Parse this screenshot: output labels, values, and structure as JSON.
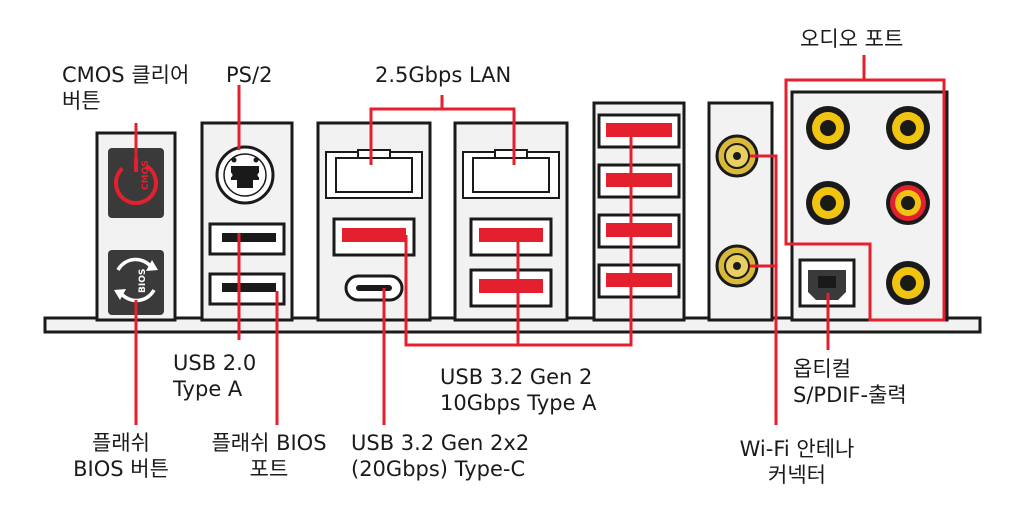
{
  "colors": {
    "panel": "#f2f2f2",
    "outline": "#1a1a1a",
    "accent": "#e5202e",
    "connector_dark": "#3a3a3a",
    "antenna_gold": "#d8b93a",
    "audio_ring": "#f1c40f"
  },
  "labels": {
    "cmos": {
      "line1": "CMOS 클리어",
      "line2": "버튼"
    },
    "ps2": "PS/2",
    "lan": "2.5Gbps LAN",
    "audio": "오디오 포트",
    "usb20": {
      "line1": "USB 2.0",
      "line2": "Type A"
    },
    "flash_btn": {
      "line1": "플래쉬",
      "line2": "BIOS 버튼"
    },
    "flash_port": {
      "line1": "플래쉬 BIOS",
      "line2": "포트"
    },
    "usbc": {
      "line1": "USB 3.2 Gen 2x2",
      "line2": "(20Gbps) Type-C"
    },
    "usb32": {
      "line1": "USB 3.2 Gen 2",
      "line2": "10Gbps Type A"
    },
    "spdif": {
      "line1": "옵티컬",
      "line2": "S/PDIF-출력"
    },
    "wifi": {
      "line1": "Wi-Fi 안테나",
      "line2": "커넥터"
    }
  },
  "icons": {
    "cmos_button_text": "CMOS",
    "bios_button_text": "BIOS"
  }
}
